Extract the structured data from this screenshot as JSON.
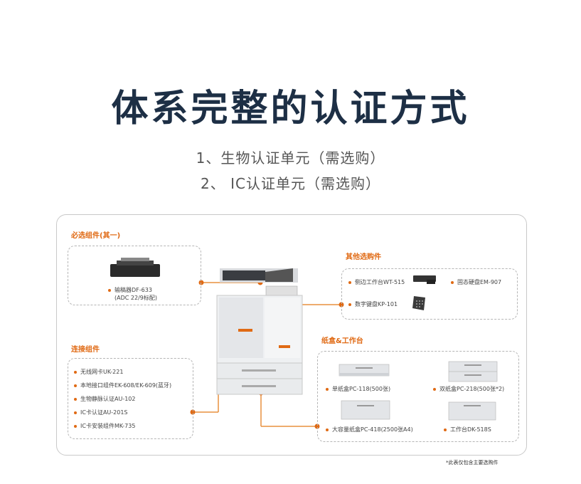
{
  "title": "体系完整的认证方式",
  "subtitles": [
    "1、生物认证单元（需选购）",
    "2、 IC认证单元（需选购）"
  ],
  "required": {
    "title": "必选组件(其一)",
    "item_line1": "输稿器DF-633",
    "item_line2": "(ADC 22/9标配)"
  },
  "connect": {
    "title": "连接组件",
    "items": [
      "无线网卡UK-221",
      "本地接口组件EK-608/EK-609(蓝牙)",
      "生物静脉认证AU-102",
      "IC卡认证AU-201S",
      "IC卡安装组件MK-735"
    ]
  },
  "other": {
    "title": "其他选购件",
    "items": [
      "侧边工作台WT-515",
      "固态硬盘EM-907",
      "数字键盘KP-101"
    ]
  },
  "trays": {
    "title": "纸盒&工作台",
    "items": [
      "单纸盒PC-118(500张)",
      "双纸盒PC-218(500张*2)",
      "大容量纸盒PC-418(2500张A4)",
      "工作台DK-518S"
    ]
  },
  "footnote": "*此表仅包含主要选购件",
  "colors": {
    "accent": "#e06a14",
    "title": "#1d2f45",
    "border": "#c9c9c9"
  }
}
